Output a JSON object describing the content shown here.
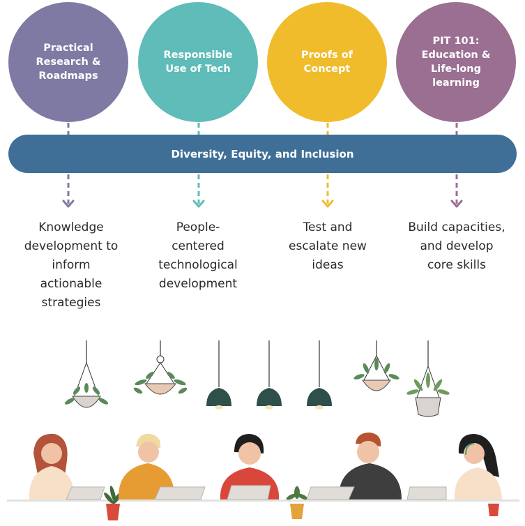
{
  "pillars": [
    {
      "label": "Practical\nResearch &\nRoadmaps",
      "color": "#7e7aa3",
      "outcome": "Knowledge\ndevelopment to\ninform\nactionable\nstrategies"
    },
    {
      "label": "Responsible\nUse of Tech",
      "color": "#5fbcb8",
      "outcome": "People-\ncentered\ntechnological\ndevelopment"
    },
    {
      "label": "Proofs of\nConcept",
      "color": "#f0bc2c",
      "outcome": "Test and\nescalate new\nideas"
    },
    {
      "label": "PIT 101:\nEducation &\nLife-long\nlearning",
      "color": "#9a6f92",
      "outcome": "Build capacities,\nand develop\ncore skills"
    }
  ],
  "bar": {
    "label": "Diversity, Equity, and Inclusion",
    "color": "#3f6f96"
  },
  "illustration": {
    "description_icon": "office-workers-illustration"
  }
}
